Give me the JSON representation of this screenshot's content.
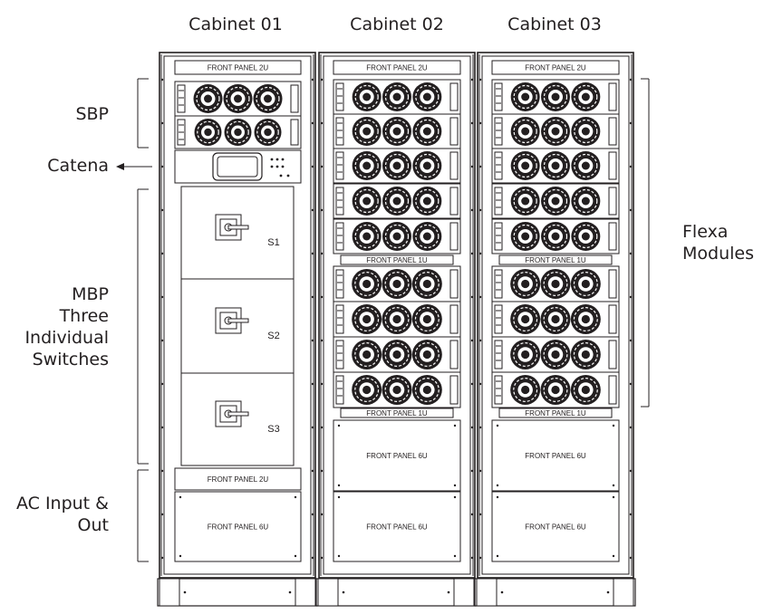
{
  "cabinets": [
    {
      "title": "Cabinet 01"
    },
    {
      "title": "Cabinet 02"
    },
    {
      "title": "Cabinet 03"
    }
  ],
  "labels": {
    "sbp": "SBP",
    "catena": "Catena",
    "mbp": [
      "MBP",
      "Three",
      "Individual",
      "Switches"
    ],
    "ac": [
      "AC Input &",
      "Out"
    ],
    "flexa": [
      "Flexa",
      "Modules"
    ]
  },
  "panels": {
    "front_2u": "FRONT PANEL 2U",
    "front_1u": "FRONT PANEL 1U",
    "front_6u": "FRONT PANEL 6U"
  },
  "switches": [
    "S1",
    "S2",
    "S3"
  ]
}
